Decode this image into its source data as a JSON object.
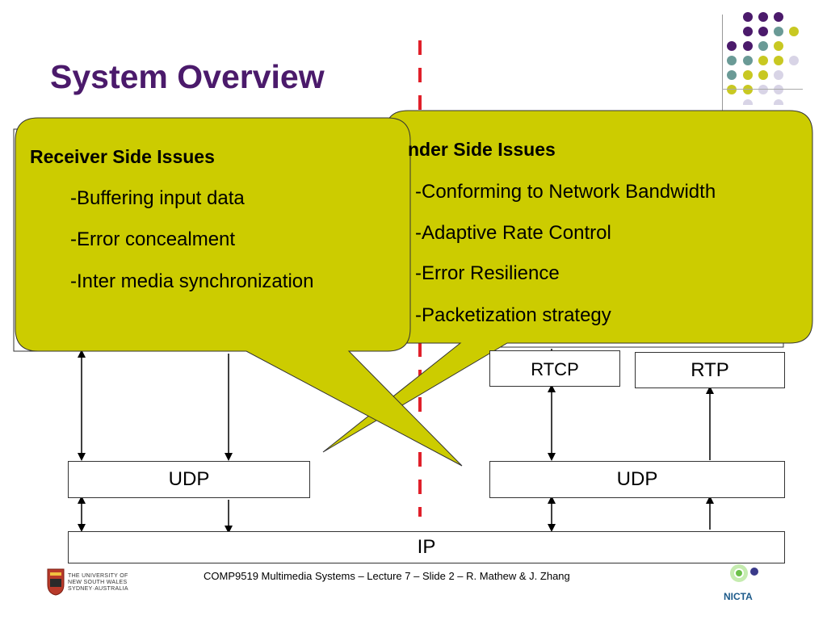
{
  "slide": {
    "title": "System Overview",
    "footer": "COMP9519 Multimedia Systems – Lecture 7 – Slide 2 – R. Mathew & J. Zhang"
  },
  "boxes": {
    "ip": "IP",
    "udp_left": "UDP",
    "udp_right": "UDP",
    "rtcp": "RTCP",
    "rtp": "RTP"
  },
  "callouts": {
    "sender": {
      "heading": "nder Side Issues",
      "items": [
        "-Conforming to Network Bandwidth",
        "-Adaptive Rate Control",
        "-Error Resilience",
        "-Packetization strategy"
      ]
    },
    "receiver": {
      "heading": "Receiver Side Issues",
      "items": [
        "-Buffering input data",
        "-Error concealment",
        "-Inter media synchronization"
      ]
    }
  },
  "logos": {
    "unsw": "THE UNIVERSITY OF NEW SOUTH WALES SYDNEY·AUSTRALIA",
    "unsw_lines": [
      "THE UNIVERSITY OF",
      "NEW SOUTH WALES",
      "SYDNEY·AUSTRALIA"
    ],
    "nicta": "NICTA"
  },
  "colors": {
    "title": "#4b1a6b",
    "callout_fill": "#cccc00",
    "divider": "#e0202a",
    "dot_purple": "#4b1a6b",
    "dot_teal": "#6a9a96",
    "dot_olive": "#c8c822",
    "dot_lavender": "#d8d4e6"
  }
}
